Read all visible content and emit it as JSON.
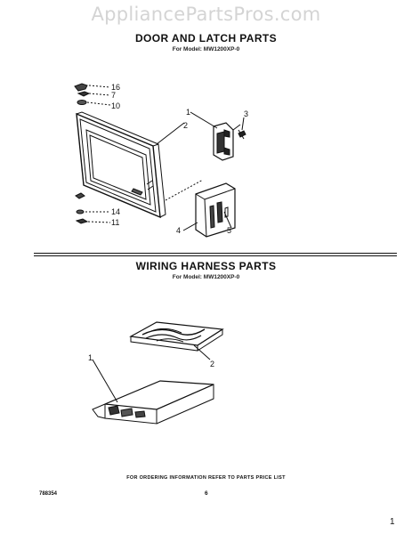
{
  "watermark": "AppliancePartsPros.com",
  "section_door": {
    "title": "DOOR AND LATCH PARTS",
    "model": "For Model: MW1200XP-0",
    "callouts": [
      "16",
      "7",
      "10",
      "1",
      "2",
      "3",
      "14",
      "11",
      "4",
      "5"
    ]
  },
  "section_wiring": {
    "title": "WIRING HARNESS PARTS",
    "model": "For Model: MW1200XP-0",
    "callouts": [
      "2",
      "1"
    ]
  },
  "footer": {
    "note": "FOR ORDERING INFORMATION REFER TO PARTS PRICE LIST",
    "doc_number": "788354",
    "page_number": "6",
    "corner_number": "1"
  }
}
